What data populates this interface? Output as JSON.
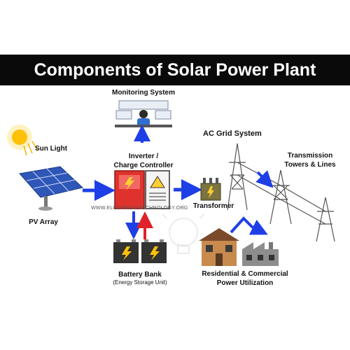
{
  "title": "Components of Solar Power Plant",
  "labels": {
    "monitoring": "Monitoring System",
    "ac_grid": "AC Grid System",
    "sun_light": "Sun Light",
    "inverter_line1": "Inverter /",
    "inverter_line2": "Charge Controller",
    "transmission_line1": "Transmission",
    "transmission_line2": "Towers & Lines",
    "transformer": "Transformer",
    "pv_array": "PV Array",
    "battery_bank": "Battery Bank",
    "battery_sub": "(Energy Storage Unit)",
    "utilization_line1": "Residential & Commercial",
    "utilization_line2": "Power Utilization"
  },
  "watermark": "WWW.ELECTRICALTECHNOLOGY.ORG",
  "colors": {
    "flow_arrow": "#1f3fe6",
    "feedback_arrow": "#e0222a",
    "inverter_red": "#e0322c",
    "panel_blue": "#3b64c7",
    "title_bar": "#0a0a0a"
  },
  "icons": [
    "sun-icon",
    "solar-panel-icon",
    "monitoring-station-icon",
    "inverter-icon",
    "transformer-icon",
    "transmission-tower-icon",
    "battery-icon",
    "house-icon",
    "factory-icon",
    "lightbulb-icon"
  ]
}
